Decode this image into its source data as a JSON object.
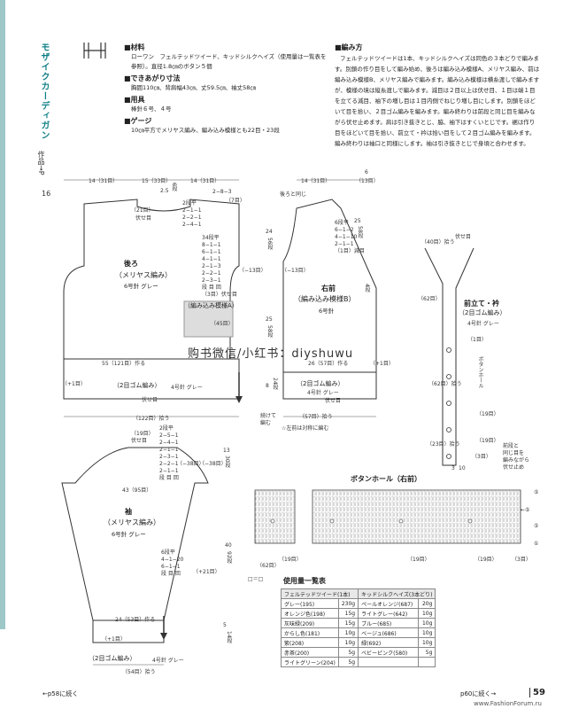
{
  "sidebar": {
    "title": "モザイクカーディガン",
    "ref_label": "作品→P",
    "ref_page": "16"
  },
  "materials": {
    "h_materials": "■材料",
    "materials_text": "ローワン　フェルテッドツイード、キッドシルクヘイズ（使用量は一覧表を参照）。直径1.8㎝のボタン５個",
    "h_size": "■できあがり寸法",
    "size_text": "胸囲110㎝、背肩幅43㎝、丈59.5㎝、袖丈58㎝",
    "h_tools": "■用具",
    "tools_text": "棒針６号、４号",
    "h_gauge": "■ゲージ",
    "gauge_text": "10㎝平方でメリヤス編み、編み込み模様とも22目・23段"
  },
  "method": {
    "heading": "■編み方",
    "p1": "フェルテッドツイードは1本、キッドシルクヘイズは同色の３本どりで編みます。別鎖の作り目をして編み始め、後ろは編み込み模様A、メリヤス編み、前は編み込み模様B、メリヤス編みで編みます。編み込み模様は横糸渡しで編みますが、模様の境は縦糸渡しで編みます。減目は２目以上は伏せ目、１目は端１目を立てる減目、袖下の増し目は１目内側でねじり増し目にします。別鎖をほどいて目を拾い、２目ゴム編みを編みます。編み終わりは前段と同じ目を編みながら伏せ止めます。肩は引き抜きとじ、脇、袖下はすくいとじです。裾は作り目をほどいて目を拾い、前立て・衿は拾い目をして２目ゴム編みを編みます。編み終わりは袖口と同様にします。袖は引き抜きとじで身頃と合わせます。"
  },
  "back": {
    "title": "後ろ",
    "stitch": "（メリヤス編み）",
    "needle": "6号針 グレー",
    "pattern": "（編み込み模様A）",
    "rib": "（2目ゴム編み）",
    "rib_needle": "4号針 グレー",
    "shoulder_l": "14（31目）",
    "neck": "15（33目）",
    "shoulder_r": "14（31目）",
    "neck_depth": "2.5",
    "neck_rows": "6段",
    "neck_st": "（21目）",
    "bind": "伏せ目",
    "shoulder_dec": "2−8−3",
    "shoulder_rows": "（7目）",
    "neck_dec": "2段平\n2−1−1\n2−2−1\n2−4−1",
    "arm_dec": "34段平\n8−1−1\n6−1−1\n4−1−1\n2−1−3\n2−2−1\n2−3−1\n段 目 回\n（3目）伏せ目",
    "arm_st": "（−13目）",
    "arm_h": "24",
    "arm_rows": "56段",
    "body_h": "25",
    "body_rows": "58段",
    "pattern_st": "（45目）",
    "width": "55（121目）作る",
    "rib_h": "8",
    "rib_rows": "24段",
    "plus": "（+1目）",
    "hem_w": "（122目）拾う"
  },
  "front": {
    "title": "右前",
    "pattern": "（編み込み模様B）",
    "needle": "6号針",
    "rib": "（2目ゴム編み）",
    "rib_needle": "4号針 グレー",
    "shoulder": "14（31目）",
    "neck_w": "6",
    "neck_st": "（13目）",
    "back_same": "後ろと同じ",
    "arm_h": "25",
    "arm_rows": "58段",
    "neck_dec": "6段平\n6−1−2\n4−1−10\n2−1−1\n（1目）減目",
    "arm_st": "（−13目）",
    "edge_h": "4",
    "edge_rows": "4段",
    "width": "26（57目）作る",
    "plus": "（+1目）",
    "hem_w": "（57目）拾う",
    "join": "続けて\n編む",
    "note": "☆左前は対称に編む"
  },
  "placket": {
    "title": "前立て・衿",
    "stitch": "（2目ゴム編み）",
    "needle": "4号針 グレー",
    "top": "（40目）拾う",
    "bind": "伏せ目",
    "p62": "（62目）",
    "one": "（1目）",
    "p62b": "（62目）拾う",
    "p19a": "（19目）",
    "p23": "（23目）拾う",
    "p19b": "（19目）",
    "p3": "（3目）",
    "bh": "ボタンホール",
    "bind2": "伏せ止め",
    "w3": "3",
    "w10": "10",
    "side": "前段と\n同じ目を\n編みながら\n伏せ止め"
  },
  "sleeve": {
    "title": "袖",
    "stitch": "（メリヤス編み）",
    "needle": "6号針 グレー",
    "rib": "（2目ゴム編み）",
    "rib_needle": "4号針 グレー",
    "top": "（19目）\n伏せ目",
    "cap_dec": "2段平\n2−5−1\n2−4−1\n2−1−1\n2−3−1\n2−2−1\n2−1−1\n段 目 回",
    "cap_st": "（−38目）",
    "cap_st2": "（−38目）",
    "cap_h": "13",
    "cap_rows": "30段",
    "width": "43（95目）",
    "inc": "6段平\n4−1−20\n6−1−1\n段 目 回",
    "inc_st": "（+21目）",
    "length": "40",
    "length_rows": "92段",
    "cuff_w": "24（53目）作る",
    "cuff_h": "5",
    "cuff_rows": "14段",
    "plus": "（+1目）",
    "cuff_st": "（54目）拾う"
  },
  "buttonhole": {
    "title": "ボタンホール（右前）",
    "l62": "（62目）",
    "l19a": "（19目）",
    "l19b": "（19目）",
    "l19c": "（19目）",
    "l3": "（3目）",
    "r5": "⑤",
    "r1": "①",
    "rn": "←⑤",
    "legend": "□＝□"
  },
  "usage": {
    "title": "使用量一覧表",
    "col1": "フェルテッドツイード(1本)",
    "col2": "キッドシルクヘイズ(3本どり)",
    "rows": [
      [
        "グレー(195)",
        "230g",
        "ペールオレンジ(687)",
        "20g"
      ],
      [
        "オレンジ色(198)",
        "15g",
        "ライトグレー(642)",
        "10g"
      ],
      [
        "灰味緑(209)",
        "15g",
        "ブルー(685)",
        "10g"
      ],
      [
        "からし色(181)",
        "10g",
        "ベージュ(686)",
        "10g"
      ],
      [
        "紫(208)",
        "10g",
        "緑(692)",
        "10g"
      ],
      [
        "赤茶(200)",
        "5g",
        "ベビーピンク(580)",
        "5g"
      ],
      [
        "ライトグリーン(204)",
        "5g",
        "",
        ""
      ]
    ]
  },
  "watermark": "购书微信/小红书：diyshuwu",
  "footer": {
    "prev": "←p58に続く",
    "next": "p60に続く→",
    "page": "59",
    "site": "www.FashionForum.ru"
  }
}
